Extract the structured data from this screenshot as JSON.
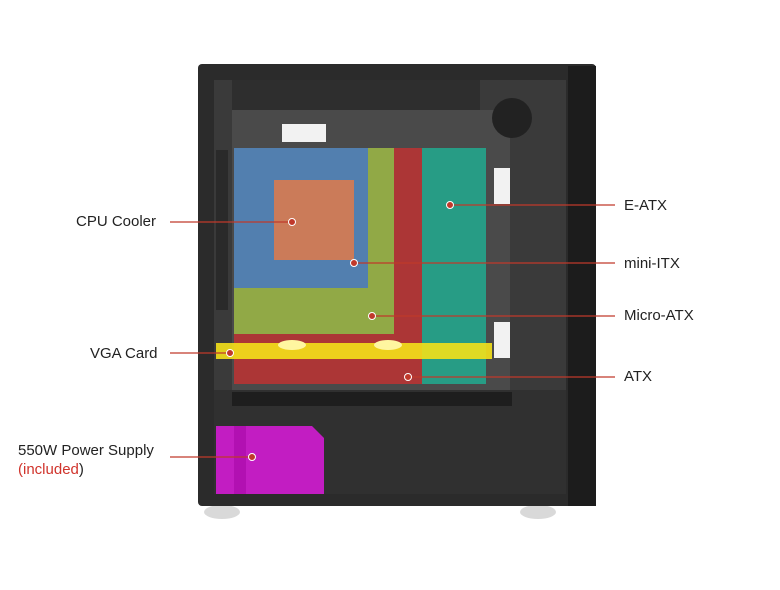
{
  "colors": {
    "callout_line": "#c0392b",
    "accent_text": "#d0342c",
    "zone_eatx": "#1abc9c",
    "zone_miniitx": "#3a6fd8",
    "zone_microatx": "#8bc34a",
    "zone_atx": "#d32f2f",
    "zone_cpu_cooler": "#e07a4a",
    "zone_vga": "#f4e11a",
    "zone_psu": "#d61ad6"
  },
  "labels": {
    "cpu_cooler": "CPU Cooler",
    "vga_card": "VGA Card",
    "psu_line1": "550W Power Supply",
    "psu_paren_open": "(",
    "psu_included": "included",
    "psu_paren_close": ")",
    "eatx": "E-ATX",
    "mini_itx": "mini-ITX",
    "micro_atx": "Micro-ATX",
    "atx": "ATX"
  }
}
